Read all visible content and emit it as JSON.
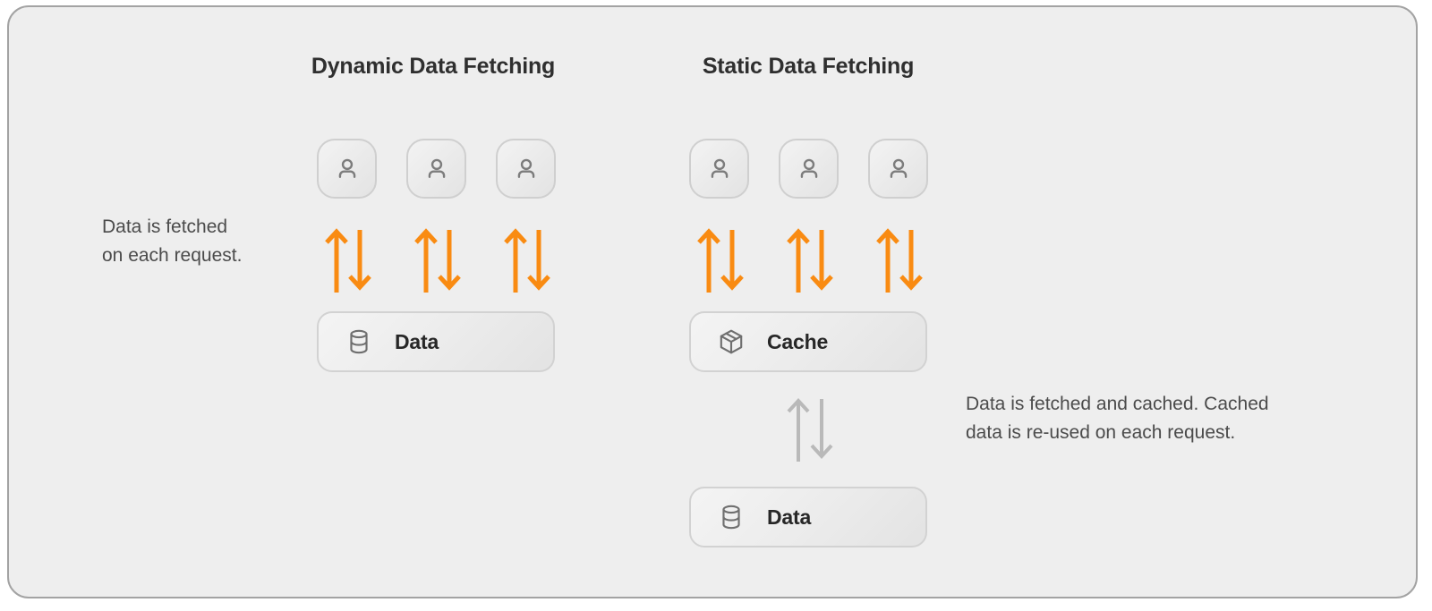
{
  "diagram": {
    "title": "Dynamic Data Fetching vs Static Data Fetching",
    "background_color": "#eeeeee",
    "border_color": "#a3a3a3",
    "accent_color": "#f98b12",
    "muted_arrow_color": "#b9b9b9",
    "columns": [
      {
        "id": "dynamic",
        "title": "Dynamic Data Fetching",
        "clients": [
          {
            "icon": "user-icon",
            "label": ""
          },
          {
            "icon": "user-icon",
            "label": ""
          },
          {
            "icon": "user-icon",
            "label": ""
          }
        ],
        "connectors": [
          {
            "style": "active",
            "color": "#f98b12",
            "directions": [
              "up",
              "down"
            ]
          },
          {
            "style": "active",
            "color": "#f98b12",
            "directions": [
              "up",
              "down"
            ]
          },
          {
            "style": "active",
            "color": "#f98b12",
            "directions": [
              "up",
              "down"
            ]
          }
        ],
        "stores": [
          {
            "id": "data",
            "label": "Data",
            "icon": "database-icon"
          }
        ],
        "caption": "Data is fetched\non each request.",
        "caption_side": "left"
      },
      {
        "id": "static",
        "title": "Static Data Fetching",
        "clients": [
          {
            "icon": "user-icon",
            "label": ""
          },
          {
            "icon": "user-icon",
            "label": ""
          },
          {
            "icon": "user-icon",
            "label": ""
          }
        ],
        "connectors": [
          {
            "style": "active",
            "color": "#f98b12",
            "directions": [
              "up",
              "down"
            ]
          },
          {
            "style": "active",
            "color": "#f98b12",
            "directions": [
              "up",
              "down"
            ]
          },
          {
            "style": "active",
            "color": "#f98b12",
            "directions": [
              "up",
              "down"
            ]
          }
        ],
        "stores": [
          {
            "id": "cache",
            "label": "Cache",
            "icon": "package-icon"
          },
          {
            "id": "data",
            "label": "Data",
            "icon": "database-icon"
          }
        ],
        "cache_to_data_connector": {
          "style": "muted",
          "color": "#b9b9b9",
          "directions": [
            "up",
            "down"
          ]
        },
        "caption": "Data is fetched and cached. Cached\ndata is re-used on each request.",
        "caption_side": "right"
      }
    ]
  }
}
